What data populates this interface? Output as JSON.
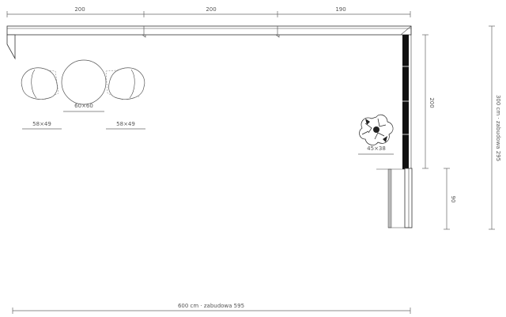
{
  "top_dims": [
    "200",
    "200",
    "190"
  ],
  "right_dims": {
    "upper_segment": "200",
    "lower_segment": "90",
    "total": "300 cm · zabudowa 295"
  },
  "bottom_dim": "600 cm · zabudowa 595",
  "furniture": {
    "table_label": "60×60",
    "chair_left_label": "58×49",
    "chair_right_label": "58×49",
    "plant_label": "45×38"
  },
  "colors": {
    "line": "#333333",
    "dimension": "#666666",
    "panel_dark": "#111111"
  }
}
